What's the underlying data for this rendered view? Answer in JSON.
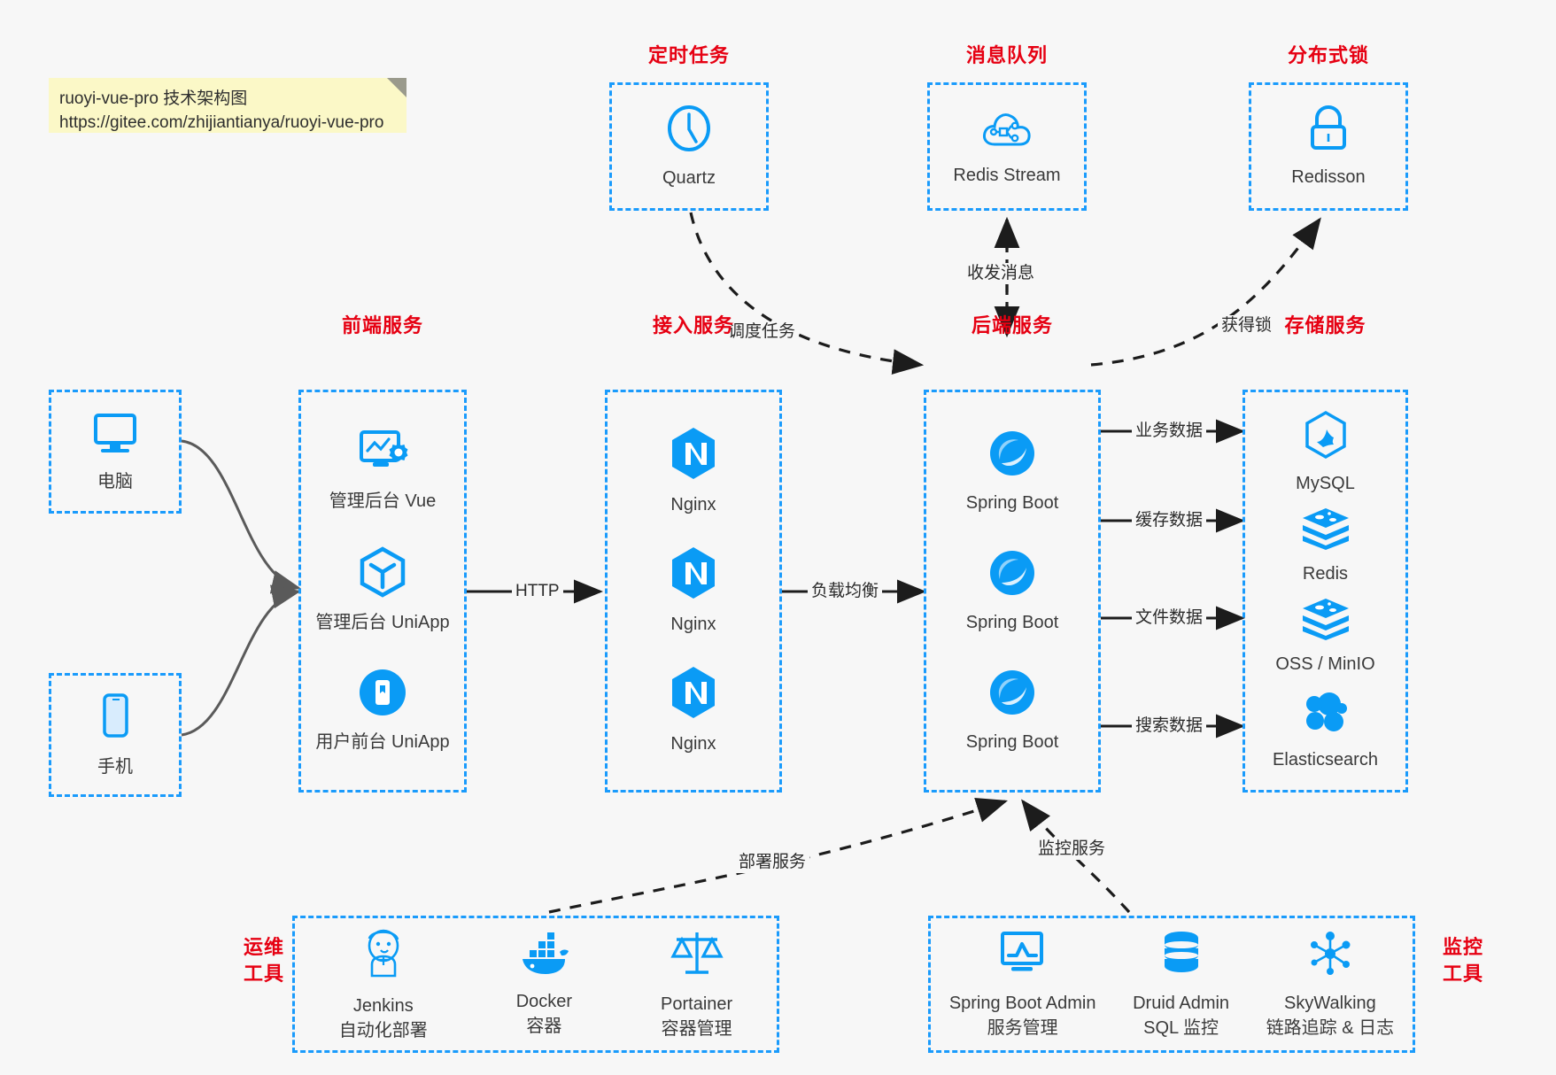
{
  "note": {
    "line1": "ruoyi-vue-pro 技术架构图",
    "line2": "https://gitee.com/zhijiantianya/ruoyi-vue-pro"
  },
  "colors": {
    "accent_blue": "#1a9bfc",
    "title_red": "#e60012",
    "icon_blue": "#0a9bf5",
    "arrow_gray": "#5a5a5a",
    "arrow_black": "#1c1c1c",
    "note_yellow": "#fbf8c7",
    "background": "#f7f7f7"
  },
  "groups": {
    "scheduled_task": {
      "title": "定时任务",
      "nodes": [
        {
          "label": "Quartz",
          "icon": "clock-icon"
        }
      ]
    },
    "message_queue": {
      "title": "消息队列",
      "nodes": [
        {
          "label": "Redis Stream",
          "icon": "cloud-network-icon"
        }
      ]
    },
    "distributed_lock": {
      "title": "分布式锁",
      "nodes": [
        {
          "label": "Redisson",
          "icon": "lock-icon"
        }
      ]
    },
    "clients": {
      "nodes": [
        {
          "label": "电脑",
          "icon": "desktop-icon"
        },
        {
          "label": "手机",
          "icon": "phone-icon"
        }
      ]
    },
    "frontend": {
      "title": "前端服务",
      "nodes": [
        {
          "label": "管理后台 Vue",
          "icon": "dashboard-gear-icon"
        },
        {
          "label": "管理后台 UniApp",
          "icon": "cube-icon"
        },
        {
          "label": "用户前台 UniApp",
          "icon": "mobile-app-icon"
        }
      ]
    },
    "gateway": {
      "title": "接入服务",
      "nodes": [
        {
          "label": "Nginx",
          "icon": "nginx-icon"
        },
        {
          "label": "Nginx",
          "icon": "nginx-icon"
        },
        {
          "label": "Nginx",
          "icon": "nginx-icon"
        }
      ]
    },
    "backend": {
      "title": "后端服务",
      "nodes": [
        {
          "label": "Spring Boot",
          "icon": "spring-boot-icon"
        },
        {
          "label": "Spring Boot",
          "icon": "spring-boot-icon"
        },
        {
          "label": "Spring Boot",
          "icon": "spring-boot-icon"
        }
      ]
    },
    "storage": {
      "title": "存储服务",
      "nodes": [
        {
          "label": "MySQL",
          "icon": "mysql-icon"
        },
        {
          "label": "Redis",
          "icon": "redis-icon"
        },
        {
          "label": "OSS / MinIO",
          "icon": "redis-icon"
        },
        {
          "label": "Elasticsearch",
          "icon": "elasticsearch-icon"
        }
      ]
    },
    "devops": {
      "title_line1": "运维",
      "title_line2": "工具",
      "nodes": [
        {
          "label": "Jenkins",
          "sublabel": "自动化部署",
          "icon": "jenkins-icon"
        },
        {
          "label": "Docker",
          "sublabel": "容器",
          "icon": "docker-icon"
        },
        {
          "label": "Portainer",
          "sublabel": "容器管理",
          "icon": "scales-icon"
        }
      ]
    },
    "monitoring": {
      "title_line1": "监控",
      "title_line2": "工具",
      "nodes": [
        {
          "label": "Spring Boot Admin",
          "sublabel": "服务管理",
          "icon": "monitor-chart-icon"
        },
        {
          "label": "Druid Admin",
          "sublabel": "SQL 监控",
          "icon": "database-icon"
        },
        {
          "label": "SkyWalking",
          "sublabel": "链路追踪 & 日志",
          "icon": "skywalking-icon"
        }
      ]
    }
  },
  "connectors": [
    {
      "name": "http",
      "label": "HTTP"
    },
    {
      "name": "load-balance",
      "label": "负载均衡"
    },
    {
      "name": "schedule-task",
      "label": "调度任务"
    },
    {
      "name": "send-receive-message",
      "label": "收发消息"
    },
    {
      "name": "acquire-lock",
      "label": "获得锁"
    },
    {
      "name": "business-data",
      "label": "业务数据"
    },
    {
      "name": "cache-data",
      "label": "缓存数据"
    },
    {
      "name": "file-data",
      "label": "文件数据"
    },
    {
      "name": "search-data",
      "label": "搜索数据"
    },
    {
      "name": "deploy-service",
      "label": "部署服务"
    },
    {
      "name": "monitor-service",
      "label": "监控服务"
    }
  ]
}
